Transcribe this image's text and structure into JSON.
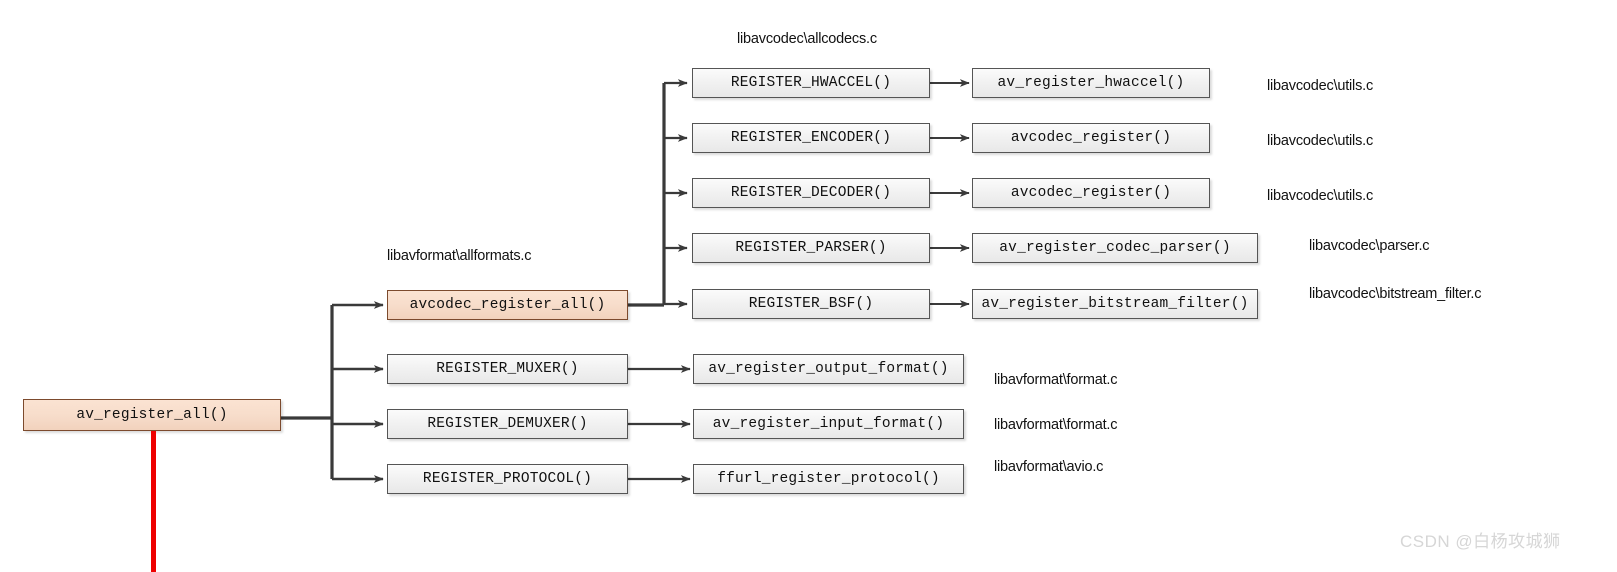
{
  "diagram": {
    "title_labels": {
      "allcodecs": "libavcodec\\allcodecs.c",
      "allformats": "libavformat\\allformats.c"
    },
    "root": {
      "label": "av_register_all()",
      "accent_fill": "#f7ddcb",
      "accent_border": "#7c4a2d"
    },
    "level2": [
      {
        "label": "avcodec_register_all()",
        "accent": true
      },
      {
        "label": "REGISTER_MUXER()",
        "accent": false
      },
      {
        "label": "REGISTER_DEMUXER()",
        "accent": false
      },
      {
        "label": "REGISTER_PROTOCOL()",
        "accent": false
      }
    ],
    "codec_macros": [
      {
        "label": "REGISTER_HWACCEL()"
      },
      {
        "label": "REGISTER_ENCODER()"
      },
      {
        "label": "REGISTER_DECODER()"
      },
      {
        "label": "REGISTER_PARSER()"
      },
      {
        "label": "REGISTER_BSF()"
      }
    ],
    "codec_targets": [
      {
        "label": "av_register_hwaccel()",
        "file": "libavcodec\\utils.c"
      },
      {
        "label": "avcodec_register()",
        "file": "libavcodec\\utils.c"
      },
      {
        "label": "avcodec_register()",
        "file": "libavcodec\\utils.c"
      },
      {
        "label": "av_register_codec_parser()",
        "file": "libavcodec\\parser.c"
      },
      {
        "label": "av_register_bitstream_filter()",
        "file": "libavcodec\\bitstream_filter.c"
      }
    ],
    "format_targets": [
      {
        "label": "av_register_output_format()",
        "file": "libavformat\\format.c"
      },
      {
        "label": "av_register_input_format()",
        "file": "libavformat\\format.c"
      },
      {
        "label": "ffurl_register_protocol()",
        "file": "libavformat\\avio.c"
      }
    ],
    "watermark": "CSDN @白杨攻城狮",
    "colors": {
      "wire": "#3a3a3a",
      "red_marker": "#ee0000",
      "box_border": "#555555",
      "watermark": "#d6d6d6"
    }
  }
}
